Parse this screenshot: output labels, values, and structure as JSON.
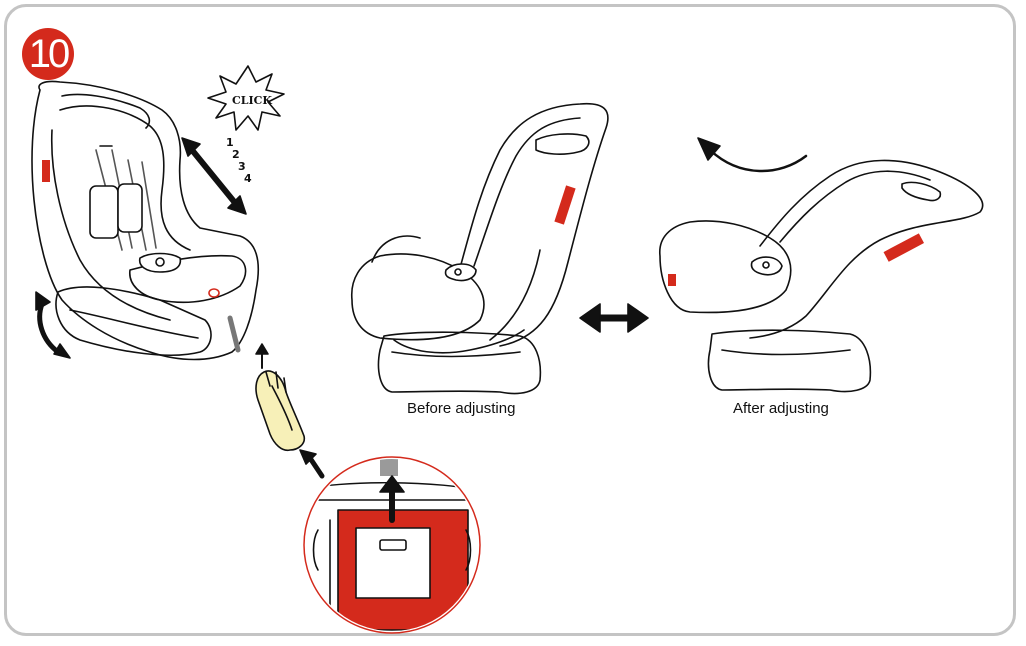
{
  "step": {
    "number": "10"
  },
  "click_label": "CLICK",
  "positions": [
    "1",
    "2",
    "3",
    "4"
  ],
  "captions": {
    "before": "Before adjusting",
    "after": "After adjusting"
  },
  "colors": {
    "accent": "#d42a1c",
    "frame": "#c4c4c4",
    "strap": "#9a9a9a",
    "glove": "#f7f0b8",
    "line": "#111111"
  },
  "icons": [
    "step-number-icon",
    "click-starburst-icon",
    "up-down-arrow-icon",
    "rotate-arrow-icon",
    "double-arrow-icon",
    "curved-arrow-icon",
    "glove-hand-icon",
    "zoom-circle-icon"
  ]
}
